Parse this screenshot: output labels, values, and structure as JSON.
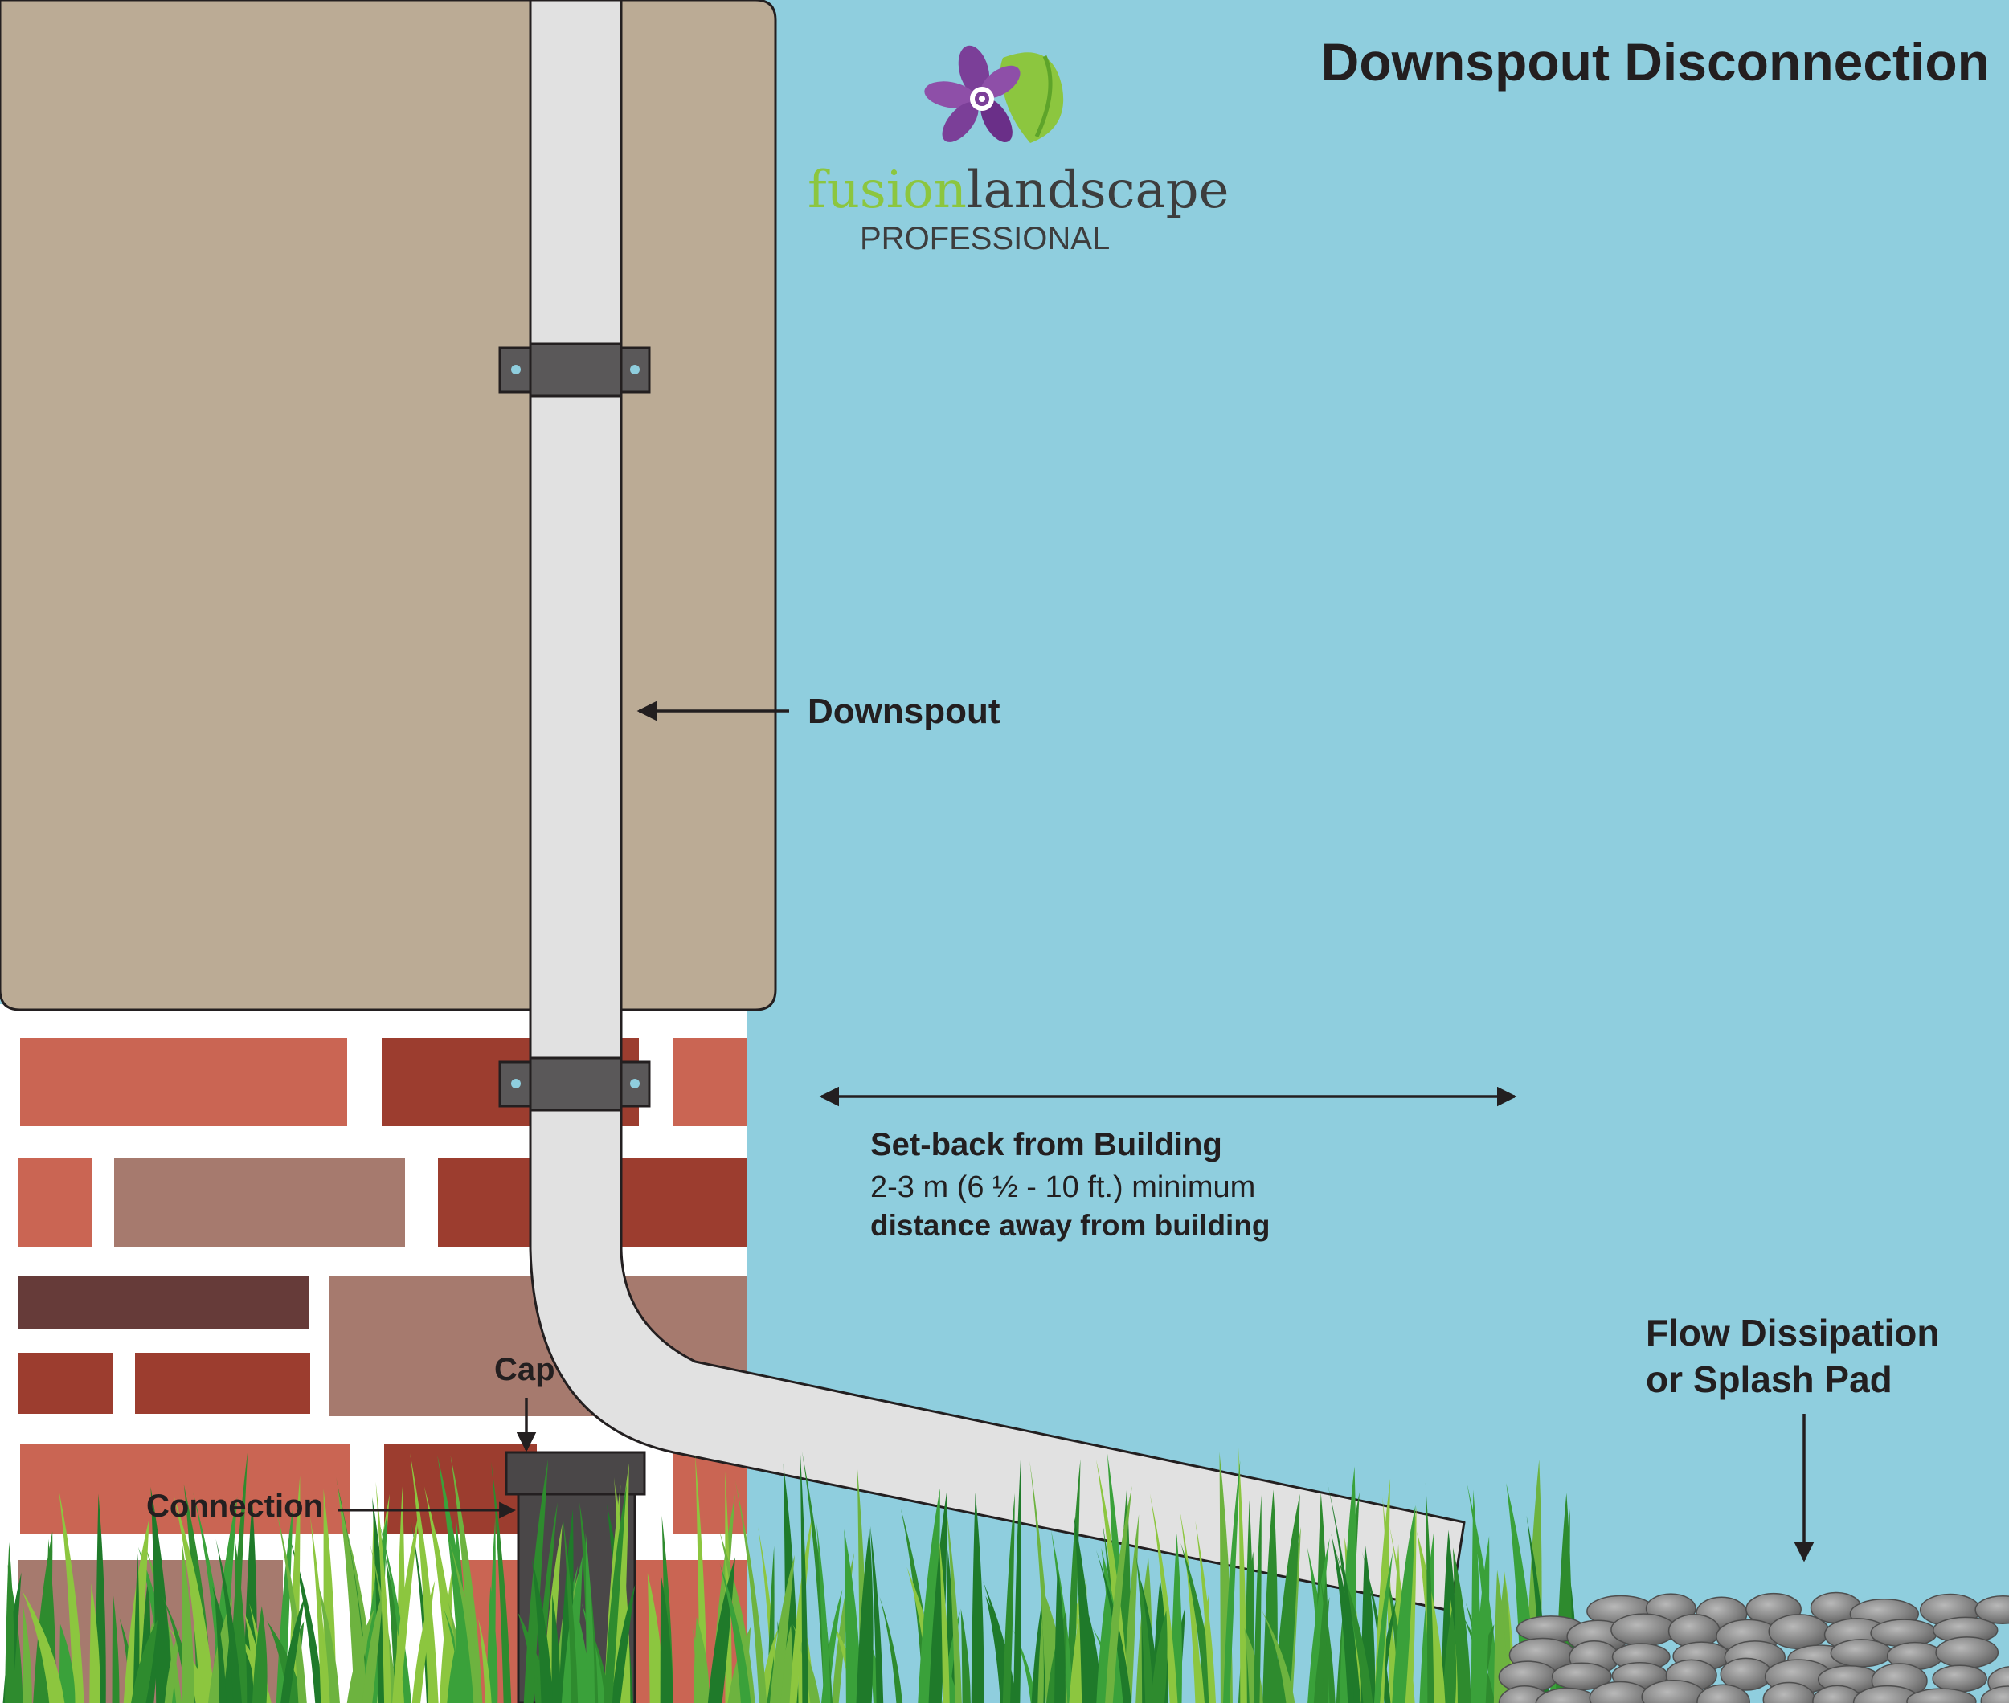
{
  "title": "Downspout Disconnection",
  "logo": {
    "brand_word_1": "fusion",
    "brand_word_2": "landscape",
    "tagline": "PROFESSIONAL",
    "icon": "flower-leaf-logo-icon"
  },
  "labels": {
    "downspout": "Downspout",
    "setback_title": "Set-back  from Building",
    "setback_line1": "2-3 m (6 ½ - 10 ft.) minimum",
    "setback_line2": "distance away from building",
    "flow_line1": "Flow Dissipation",
    "flow_line2": "or Splash Pad",
    "cap": "Cap",
    "connection": "Connection"
  },
  "colors": {
    "sky": "#8fcede",
    "wall": "#bbab95",
    "pipe": "#e1e1e1",
    "bracket": "#5a5859",
    "cap": "#4a4748",
    "grass_dark": "#2e8b2e",
    "grass_light": "#8cc63f",
    "stone": "#8a8a8a"
  }
}
